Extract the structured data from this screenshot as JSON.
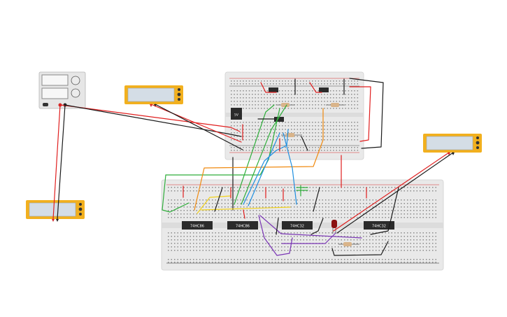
{
  "colors": {
    "background": "#ffffff",
    "breadboard": "#e9e9e9",
    "hole": "#8a8a8a",
    "rail_red": "#d42a2a",
    "rail_black": "#222222",
    "multimeter_body": "#f2b01e",
    "multimeter_screen": "#d4dde6",
    "supply_body": "#e6e6e6",
    "chip": "#2b2b2b",
    "wire_red": "#e01e1e",
    "wire_black": "#1b1b1b",
    "wire_green": "#2fae3b",
    "wire_orange": "#f08a10",
    "wire_blue": "#1f8fe0",
    "wire_yellow": "#f2d21b",
    "wire_purple": "#7a35b5",
    "resistor_body": "#d9b48a",
    "led": "#8b1010"
  },
  "regulator": {
    "label": "5V"
  },
  "chips": [
    {
      "label": "74HC86",
      "icon": "ic-chip-icon"
    },
    {
      "label": "74HC86",
      "icon": "ic-chip-icon"
    },
    {
      "label": "74HC32",
      "icon": "ic-chip-icon"
    },
    {
      "label": "74HC32",
      "icon": "ic-chip-icon"
    }
  ],
  "multimeters": [
    {
      "name": "multimeter-supply",
      "icon": "multimeter-icon"
    },
    {
      "name": "multimeter-left",
      "icon": "multimeter-icon"
    },
    {
      "name": "multimeter-right",
      "icon": "multimeter-icon"
    }
  ],
  "power_supply": {
    "icon": "power-supply-icon"
  }
}
